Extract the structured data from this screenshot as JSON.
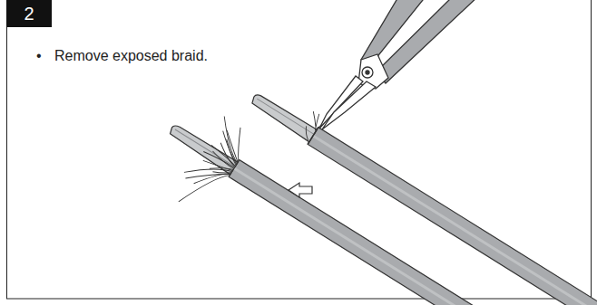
{
  "diagram": {
    "labels": [
      "2",
      "•",
      "Remove exposed braid."
    ]
  }
}
